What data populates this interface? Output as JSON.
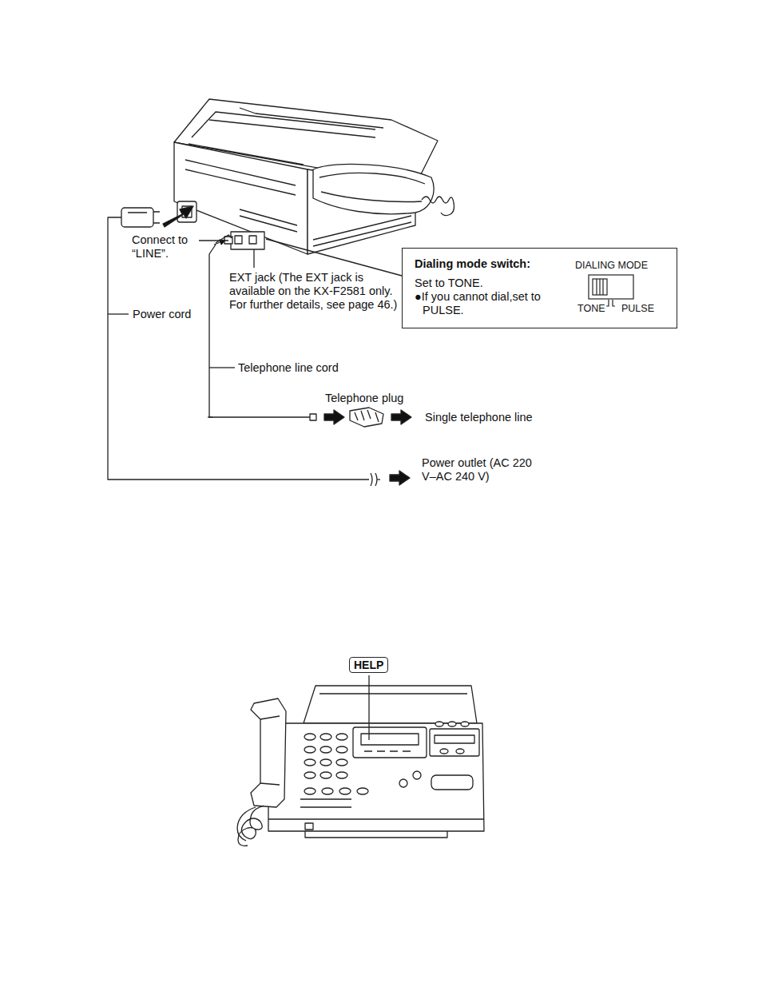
{
  "diagram": {
    "nodes": [
      {
        "text": [
          "Dialing mode switch:",
          "Set to TONE.",
          "●If you cannot dial,set to PULSE.",
          "DIALING MODE",
          "TONE",
          "PULSE"
        ]
      },
      {
        "text": [
          "HELP"
        ]
      }
    ],
    "labels": [
      "Connect to “LINE”.",
      "EXT jack (The EXT jack is available on the KX-F2581 only. For further details, see page 46.)",
      "Power cord",
      "Telephone line cord",
      "Telephone plug",
      "Single telephone line",
      "Power outlet (AC 220 V–AC 240 V)"
    ]
  }
}
